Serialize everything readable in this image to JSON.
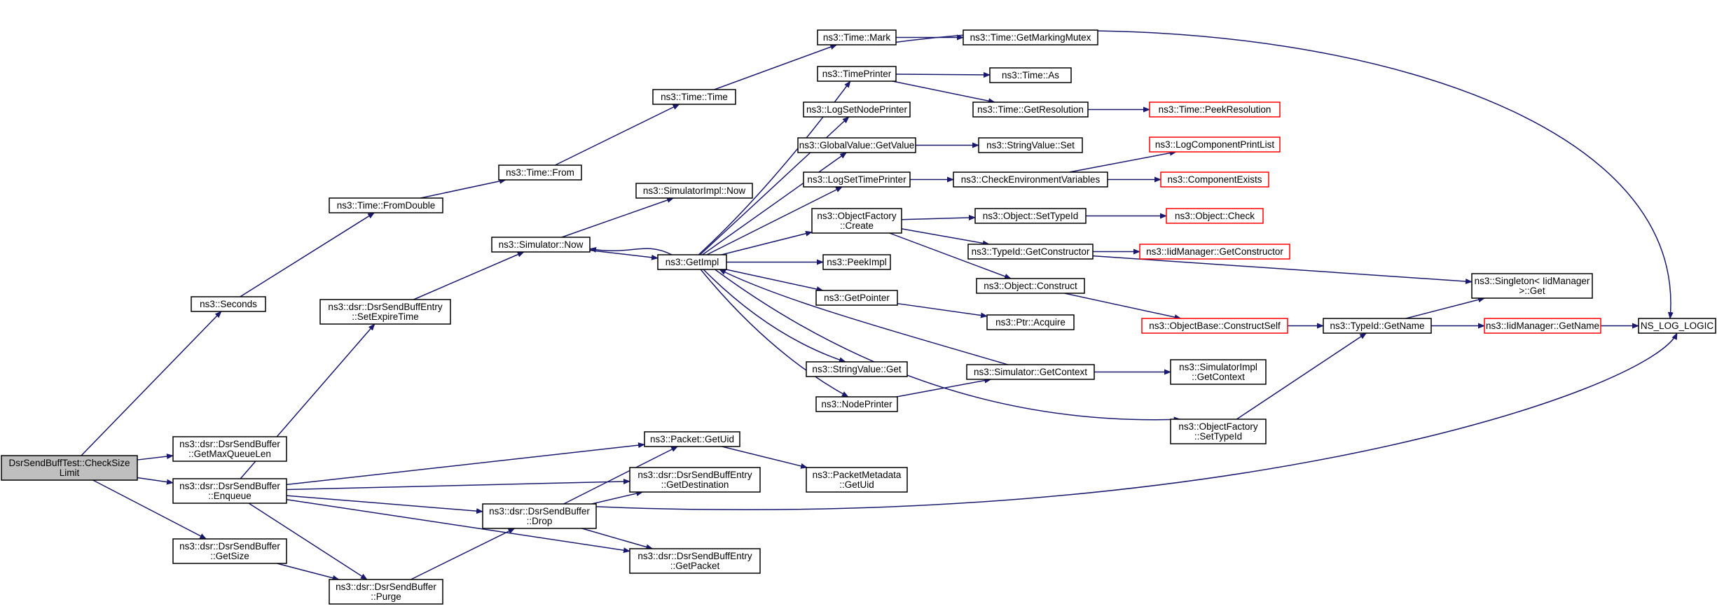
{
  "colors": {
    "edge": "#191970",
    "node_border": "#000000",
    "truncated_border": "#ff0000",
    "root_fill": "#bfbfbf",
    "node_fill": "#ffffff"
  },
  "nodes": {
    "root": {
      "lines": [
        "DsrSendBuffTest::CheckSize",
        "Limit"
      ],
      "kind": "root"
    },
    "seconds": {
      "lines": [
        "ns3::Seconds"
      ],
      "kind": "normal"
    },
    "getmaxqueuelen": {
      "lines": [
        "ns3::dsr::DsrSendBuffer",
        "::GetMaxQueueLen"
      ],
      "kind": "normal"
    },
    "enqueue": {
      "lines": [
        "ns3::dsr::DsrSendBuffer",
        "::Enqueue"
      ],
      "kind": "normal"
    },
    "getsize": {
      "lines": [
        "ns3::dsr::DsrSendBuffer",
        "::GetSize"
      ],
      "kind": "normal"
    },
    "fromdouble": {
      "lines": [
        "ns3::Time::FromDouble"
      ],
      "kind": "normal"
    },
    "setexpiretime": {
      "lines": [
        "ns3::dsr::DsrSendBuffEntry",
        "::SetExpireTime"
      ],
      "kind": "normal"
    },
    "purge": {
      "lines": [
        "ns3::dsr::DsrSendBuffer",
        "::Purge"
      ],
      "kind": "normal"
    },
    "timefrom": {
      "lines": [
        "ns3::Time::From"
      ],
      "kind": "normal"
    },
    "simnow": {
      "lines": [
        "ns3::Simulator::Now"
      ],
      "kind": "normal"
    },
    "drop": {
      "lines": [
        "ns3::dsr::DsrSendBuffer",
        "::Drop"
      ],
      "kind": "normal"
    },
    "timetime": {
      "lines": [
        "ns3::Time::Time"
      ],
      "kind": "normal"
    },
    "simimplnow": {
      "lines": [
        "ns3::SimulatorImpl::Now"
      ],
      "kind": "normal"
    },
    "getimpl": {
      "lines": [
        "ns3::GetImpl"
      ],
      "kind": "normal"
    },
    "packetgetuid": {
      "lines": [
        "ns3::Packet::GetUid"
      ],
      "kind": "normal"
    },
    "getdestination": {
      "lines": [
        "ns3::dsr::DsrSendBuffEntry",
        "::GetDestination"
      ],
      "kind": "normal"
    },
    "getpacket": {
      "lines": [
        "ns3::dsr::DsrSendBuffEntry",
        "::GetPacket"
      ],
      "kind": "normal"
    },
    "timemark": {
      "lines": [
        "ns3::Time::Mark"
      ],
      "kind": "normal"
    },
    "timeprinter": {
      "lines": [
        "ns3::TimePrinter"
      ],
      "kind": "normal"
    },
    "logsetnodeprinter": {
      "lines": [
        "ns3::LogSetNodePrinter"
      ],
      "kind": "normal"
    },
    "globalvalueget": {
      "lines": [
        "ns3::GlobalValue::GetValue"
      ],
      "kind": "normal"
    },
    "logsettimeprinter": {
      "lines": [
        "ns3::LogSetTimePrinter"
      ],
      "kind": "normal"
    },
    "objfactorycreate": {
      "lines": [
        "ns3::ObjectFactory",
        "::Create"
      ],
      "kind": "normal"
    },
    "peekimpl": {
      "lines": [
        "ns3::PeekImpl"
      ],
      "kind": "normal"
    },
    "getpointer": {
      "lines": [
        "ns3::GetPointer"
      ],
      "kind": "normal"
    },
    "stringvalueget": {
      "lines": [
        "ns3::StringValue::Get"
      ],
      "kind": "normal"
    },
    "nodeprinter": {
      "lines": [
        "ns3::NodePrinter"
      ],
      "kind": "normal"
    },
    "pktmetagetuid": {
      "lines": [
        "ns3::PacketMetadata",
        "::GetUid"
      ],
      "kind": "normal"
    },
    "getmarkingmutex": {
      "lines": [
        "ns3::Time::GetMarkingMutex"
      ],
      "kind": "normal"
    },
    "timeas": {
      "lines": [
        "ns3::Time::As"
      ],
      "kind": "normal"
    },
    "timegetres": {
      "lines": [
        "ns3::Time::GetResolution"
      ],
      "kind": "normal"
    },
    "stringvalueset": {
      "lines": [
        "ns3::StringValue::Set"
      ],
      "kind": "normal"
    },
    "checkenv": {
      "lines": [
        "ns3::CheckEnvironmentVariables"
      ],
      "kind": "normal"
    },
    "objsettypeid": {
      "lines": [
        "ns3::Object::SetTypeId"
      ],
      "kind": "normal"
    },
    "typeidgetctor": {
      "lines": [
        "ns3::TypeId::GetConstructor"
      ],
      "kind": "normal"
    },
    "objconstruct": {
      "lines": [
        "ns3::Object::Construct"
      ],
      "kind": "normal"
    },
    "ptracquire": {
      "lines": [
        "ns3::Ptr::Acquire"
      ],
      "kind": "normal"
    },
    "simgetcontext": {
      "lines": [
        "ns3::Simulator::GetContext"
      ],
      "kind": "normal"
    },
    "objfactorysettypeid": {
      "lines": [
        "ns3::ObjectFactory",
        "::SetTypeId"
      ],
      "kind": "normal"
    },
    "peekresolution": {
      "lines": [
        "ns3::Time::PeekResolution"
      ],
      "kind": "truncated"
    },
    "logcompprintlist": {
      "lines": [
        "ns3::LogComponentPrintList"
      ],
      "kind": "truncated"
    },
    "componentexists": {
      "lines": [
        "ns3::ComponentExists"
      ],
      "kind": "truncated"
    },
    "objcheck": {
      "lines": [
        "ns3::Object::Check"
      ],
      "kind": "truncated"
    },
    "iidmgrgetctor": {
      "lines": [
        "ns3::IidManager::GetConstructor"
      ],
      "kind": "truncated"
    },
    "objbaseconstructself": {
      "lines": [
        "ns3::ObjectBase::ConstructSelf"
      ],
      "kind": "truncated"
    },
    "simimplgetcontext": {
      "lines": [
        "ns3::SimulatorImpl",
        "::GetContext"
      ],
      "kind": "normal"
    },
    "typeidgetname": {
      "lines": [
        "ns3::TypeId::GetName"
      ],
      "kind": "normal"
    },
    "singletonget": {
      "lines": [
        "ns3::Singleton< IidManager",
        ">::Get"
      ],
      "kind": "normal"
    },
    "iidmgrgetname": {
      "lines": [
        "ns3::IidManager::GetName"
      ],
      "kind": "truncated"
    },
    "nslogic": {
      "lines": [
        "NS_LOG_LOGIC"
      ],
      "kind": "normal"
    }
  },
  "edges": [
    [
      "root",
      "seconds"
    ],
    [
      "root",
      "getmaxqueuelen"
    ],
    [
      "root",
      "enqueue"
    ],
    [
      "root",
      "getsize"
    ],
    [
      "seconds",
      "fromdouble"
    ],
    [
      "fromdouble",
      "timefrom"
    ],
    [
      "timefrom",
      "timetime"
    ],
    [
      "timetime",
      "timemark"
    ],
    [
      "timemark",
      "getmarkingmutex"
    ],
    [
      "timemark",
      "nslogic"
    ],
    [
      "enqueue",
      "setexpiretime"
    ],
    [
      "enqueue",
      "packetgetuid"
    ],
    [
      "enqueue",
      "getdestination"
    ],
    [
      "enqueue",
      "drop"
    ],
    [
      "enqueue",
      "getpacket"
    ],
    [
      "enqueue",
      "purge"
    ],
    [
      "setexpiretime",
      "simnow"
    ],
    [
      "simnow",
      "simimplnow"
    ],
    [
      "simnow",
      "getimpl"
    ],
    [
      "getimpl",
      "simnow"
    ],
    [
      "getimpl",
      "timeprinter"
    ],
    [
      "getimpl",
      "logsetnodeprinter"
    ],
    [
      "getimpl",
      "globalvalueget"
    ],
    [
      "getimpl",
      "logsettimeprinter"
    ],
    [
      "getimpl",
      "objfactorycreate"
    ],
    [
      "getimpl",
      "peekimpl"
    ],
    [
      "getimpl",
      "getpointer"
    ],
    [
      "getimpl",
      "stringvalueget"
    ],
    [
      "getimpl",
      "nodeprinter"
    ],
    [
      "getimpl",
      "objfactorysettypeid"
    ],
    [
      "timeprinter",
      "timeas"
    ],
    [
      "timeprinter",
      "timegetres"
    ],
    [
      "timegetres",
      "peekresolution"
    ],
    [
      "globalvalueget",
      "stringvalueset"
    ],
    [
      "logsettimeprinter",
      "checkenv"
    ],
    [
      "checkenv",
      "logcompprintlist"
    ],
    [
      "checkenv",
      "componentexists"
    ],
    [
      "objfactorycreate",
      "objsettypeid"
    ],
    [
      "objfactorycreate",
      "typeidgetctor"
    ],
    [
      "objfactorycreate",
      "objconstruct"
    ],
    [
      "objsettypeid",
      "objcheck"
    ],
    [
      "typeidgetctor",
      "iidmgrgetctor"
    ],
    [
      "typeidgetctor",
      "singletonget"
    ],
    [
      "objconstruct",
      "objbaseconstructself"
    ],
    [
      "objbaseconstructself",
      "typeidgetname"
    ],
    [
      "getpointer",
      "ptracquire"
    ],
    [
      "nodeprinter",
      "simgetcontext"
    ],
    [
      "simgetcontext",
      "simimplgetcontext"
    ],
    [
      "simgetcontext",
      "getimpl"
    ],
    [
      "objfactorysettypeid",
      "typeidgetname"
    ],
    [
      "typeidgetname",
      "singletonget"
    ],
    [
      "typeidgetname",
      "iidmgrgetname"
    ],
    [
      "iidmgrgetname",
      "nslogic"
    ],
    [
      "getsize",
      "purge"
    ],
    [
      "purge",
      "drop"
    ],
    [
      "drop",
      "packetgetuid"
    ],
    [
      "drop",
      "getdestination"
    ],
    [
      "drop",
      "getpacket"
    ],
    [
      "drop",
      "nslogic"
    ],
    [
      "packetgetuid",
      "pktmetagetuid"
    ]
  ]
}
